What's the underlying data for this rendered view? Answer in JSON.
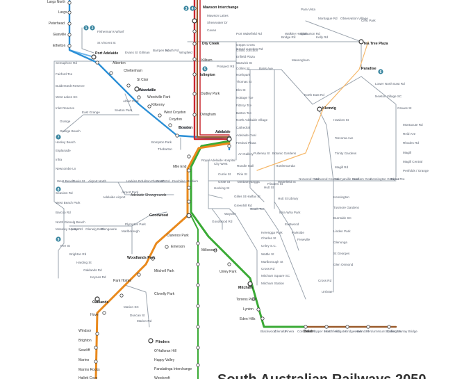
{
  "title": "South Australian Railways 2050",
  "colors": {
    "red": "#c8262f",
    "blue": "#2b8fd6",
    "green": "#3aaa35",
    "orange": "#e9891c",
    "brown": "#9a5a2a",
    "grey": "#9aa3ad",
    "lightorange": "#f6b86a",
    "lightblue": "#6fb6ea",
    "teal": "#3a86a0"
  },
  "stations": [
    {
      "t": "Largs North",
      "c": "st-m"
    },
    {
      "t": "Largs",
      "c": "st-m"
    },
    {
      "t": "Peterhead",
      "c": "st-m"
    },
    {
      "t": "Glanville",
      "c": "st-m"
    },
    {
      "t": "Ethelton",
      "c": "st-m"
    },
    {
      "t": "Fisherman's Wharf",
      "c": "st"
    },
    {
      "t": "St Vincent St",
      "c": "st"
    },
    {
      "t": "Port Adelaide",
      "c": "st-b"
    },
    {
      "t": "Evans St",
      "c": "st"
    },
    {
      "t": "Gillman",
      "c": "st"
    },
    {
      "t": "Barrpen Rd",
      "c": "st"
    },
    {
      "t": "South Rd",
      "c": "st"
    },
    {
      "t": "Wingfield",
      "c": "st"
    },
    {
      "t": "Alberton",
      "c": "st-m"
    },
    {
      "t": "Cheltenham",
      "c": "st-m"
    },
    {
      "t": "St Clair",
      "c": "st-m"
    },
    {
      "t": "Woodville",
      "c": "st-b"
    },
    {
      "t": "Woodville Park",
      "c": "st-m"
    },
    {
      "t": "Kilkenny",
      "c": "st-m"
    },
    {
      "t": "West Croydon",
      "c": "st-m"
    },
    {
      "t": "Croydon",
      "c": "st-m"
    },
    {
      "t": "Bowden",
      "c": "st-b"
    },
    {
      "t": "Adelaide",
      "c": "st-b"
    },
    {
      "t": "Mawson Interchange",
      "c": "st-b"
    },
    {
      "t": "Mawson Lakes",
      "c": "st"
    },
    {
      "t": "Shearwater Dr",
      "c": "st"
    },
    {
      "t": "Cavan",
      "c": "st"
    },
    {
      "t": "Dry Creek",
      "c": "st-b"
    },
    {
      "t": "Kilburn",
      "c": "st-m"
    },
    {
      "t": "Islington",
      "c": "st-b"
    },
    {
      "t": "Dudley Park",
      "c": "st-m"
    },
    {
      "t": "Ovingham",
      "c": "st-m"
    },
    {
      "t": "Port Wakefield Rd",
      "c": "st"
    },
    {
      "t": "Grand Junction Rd",
      "c": "st"
    },
    {
      "t": "Bridge Rd",
      "c": "st"
    },
    {
      "t": "Walkley Heights",
      "c": "st"
    },
    {
      "t": "Sturburton Rd",
      "c": "st"
    },
    {
      "t": "Kelly Rd",
      "c": "st"
    },
    {
      "t": "Tea Tree Plaza",
      "c": "st-b"
    },
    {
      "t": "Para Vista",
      "c": "st"
    },
    {
      "t": "Montague Rd",
      "c": "st"
    },
    {
      "t": "Observation Village",
      "c": "st"
    },
    {
      "t": "Civic Park",
      "c": "st"
    },
    {
      "t": "Gepps Cross",
      "c": "st"
    },
    {
      "t": "Grand Junction",
      "c": "st"
    },
    {
      "t": "Enfield Plaza",
      "c": "st"
    },
    {
      "t": "Warwick St",
      "c": "st"
    },
    {
      "t": "Collins St",
      "c": "st"
    },
    {
      "t": "Northpark",
      "c": "st"
    },
    {
      "t": "Thomas St",
      "c": "st"
    },
    {
      "t": "Elm St",
      "c": "st"
    },
    {
      "t": "Nottage Tce",
      "c": "st"
    },
    {
      "t": "Fitzroy Tce",
      "c": "st"
    },
    {
      "t": "Barton Tce",
      "c": "st"
    },
    {
      "t": "North Adelaide Village",
      "c": "st"
    },
    {
      "t": "Cathedral",
      "c": "st"
    },
    {
      "t": "Adelaide Oval",
      "c": "st"
    },
    {
      "t": "Festival Plaza",
      "c": "st"
    },
    {
      "t": "Prospect Rd",
      "c": "st"
    },
    {
      "t": "Barrs Ave",
      "c": "st"
    },
    {
      "t": "Mannngham",
      "c": "st"
    },
    {
      "t": "North East Rd",
      "c": "st"
    },
    {
      "t": "Klemzig",
      "c": "st-b"
    },
    {
      "t": "Paradise",
      "c": "st-b"
    },
    {
      "t": "Lower North East Rd",
      "c": "st"
    },
    {
      "t": "Newton Village SC",
      "c": "st"
    },
    {
      "t": "Graves St",
      "c": "st"
    },
    {
      "t": "Montacute Rd",
      "c": "st"
    },
    {
      "t": "Reid Ave",
      "c": "st"
    },
    {
      "t": "Rhodes Rd",
      "c": "st"
    },
    {
      "t": "Magill",
      "c": "st"
    },
    {
      "t": "Magill Central",
      "c": "st"
    },
    {
      "t": "Penfolds / Grange",
      "c": "st"
    },
    {
      "t": "Hawkes St",
      "c": "st"
    },
    {
      "t": "Tarcoma Ave",
      "c": "st"
    },
    {
      "t": "Trinity Gardens",
      "c": "st"
    },
    {
      "t": "Magill Rd",
      "c": "st"
    },
    {
      "t": "Semaphore Rd",
      "c": "st"
    },
    {
      "t": "Fairford Tce",
      "c": "st"
    },
    {
      "t": "Bulderstedt Reserve",
      "c": "st"
    },
    {
      "t": "West Lakes SC",
      "c": "st"
    },
    {
      "t": "Inlet Reserve",
      "c": "st"
    },
    {
      "t": "East Grange",
      "c": "st"
    },
    {
      "t": "Grange",
      "c": "st"
    },
    {
      "t": "Grange Beach",
      "c": "st"
    },
    {
      "t": "Henley Beach",
      "c": "st"
    },
    {
      "t": "Esplanade",
      "c": "st"
    },
    {
      "t": "Infra",
      "c": "st"
    },
    {
      "t": "Newcombe Ln",
      "c": "st"
    },
    {
      "t": "Albert Park",
      "c": "st"
    },
    {
      "t": "Seaton Park",
      "c": "st"
    },
    {
      "t": "Bompton Park",
      "c": "st"
    },
    {
      "t": "Thebarton",
      "c": "st"
    },
    {
      "t": "Mile End",
      "c": "st-m"
    },
    {
      "t": "Royal Adelaide Hospital",
      "c": "st"
    },
    {
      "t": "City West",
      "c": "st"
    },
    {
      "t": "Currie St",
      "c": "st"
    },
    {
      "t": "Grote St",
      "c": "st"
    },
    {
      "t": "Art Gallery",
      "c": "st"
    },
    {
      "t": "Pulteney St",
      "c": "st"
    },
    {
      "t": "Botanic Gardens",
      "c": "st"
    },
    {
      "t": "Rundle Mall",
      "c": "st"
    },
    {
      "t": "Pirie St",
      "c": "st"
    },
    {
      "t": "Tambamyangga",
      "c": "st"
    },
    {
      "t": "Flinders St",
      "c": "st"
    },
    {
      "t": "Hurtlemarrala",
      "c": "st"
    },
    {
      "t": "Hocking St",
      "c": "st"
    },
    {
      "t": "Hutt St",
      "c": "st"
    },
    {
      "t": "Wakefield St",
      "c": "st"
    },
    {
      "t": "Norwood Oval",
      "c": "st"
    },
    {
      "t": "Norwood Central",
      "c": "st"
    },
    {
      "t": "Marryatville East",
      "c": "st"
    },
    {
      "t": "Hadlam Oval",
      "c": "st"
    },
    {
      "t": "Kensington Gardens",
      "c": "st"
    },
    {
      "t": "Taylor Tce",
      "c": "st"
    },
    {
      "t": "West Beach",
      "c": "st"
    },
    {
      "t": "Davis St",
      "c": "st"
    },
    {
      "t": "Airport North",
      "c": "st"
    },
    {
      "t": "Harkins Rd",
      "c": "st"
    },
    {
      "t": "Hilton Plaza SC",
      "c": "st"
    },
    {
      "t": "South Rd",
      "c": "st"
    },
    {
      "t": "Frechline Stadium",
      "c": "st"
    },
    {
      "t": "Airport Park",
      "c": "st"
    },
    {
      "t": "Adelaide Airport",
      "c": "st"
    },
    {
      "t": "Seaview Rd",
      "c": "st"
    },
    {
      "t": "West Beach Park",
      "c": "st"
    },
    {
      "t": "Barcoo Rd",
      "c": "st"
    },
    {
      "t": "North Glenelg Beach",
      "c": "st"
    },
    {
      "t": "Moseley Square",
      "c": "st"
    },
    {
      "t": "Jetty Rd",
      "c": "st"
    },
    {
      "t": "Glenelg East",
      "c": "st"
    },
    {
      "t": "Glengowrie",
      "c": "st"
    },
    {
      "t": "Pier St",
      "c": "st"
    },
    {
      "t": "Brighton Rd",
      "c": "st"
    },
    {
      "t": "Harding St",
      "c": "st"
    },
    {
      "t": "Oaklands Rd",
      "c": "st"
    },
    {
      "t": "Keynes Rd",
      "c": "st"
    },
    {
      "t": "Adelaide Showgrounds",
      "c": "st-m"
    },
    {
      "t": "Goodwood",
      "c": "st-b"
    },
    {
      "t": "Clarence Park",
      "c": "st-m"
    },
    {
      "t": "Emerson",
      "c": "st-m"
    },
    {
      "t": "Woodlands Park",
      "c": "st-b"
    },
    {
      "t": "Park Holme",
      "c": "st-m"
    },
    {
      "t": "Oaklands",
      "c": "st-b"
    },
    {
      "t": "Hove",
      "c": "st-m"
    },
    {
      "t": "Windsor",
      "c": "st-m"
    },
    {
      "t": "Brighton",
      "c": "st-m"
    },
    {
      "t": "Seacliff",
      "c": "st-m"
    },
    {
      "t": "Marino",
      "c": "st-m"
    },
    {
      "t": "Marino Rocks",
      "c": "st-m"
    },
    {
      "t": "Hallett Cove",
      "c": "st-m"
    },
    {
      "t": "Plympton Park",
      "c": "st"
    },
    {
      "t": "Marlborough",
      "c": "st"
    },
    {
      "t": "Mitchell Park",
      "c": "st-m"
    },
    {
      "t": "Clovelly Park",
      "c": "st-m"
    },
    {
      "t": "Flinders",
      "c": "st-b"
    },
    {
      "t": "O'Halloran Hill",
      "c": "st-m"
    },
    {
      "t": "Happy Valley",
      "c": "st-m"
    },
    {
      "t": "Panalatinga Interchange",
      "c": "st-m"
    },
    {
      "t": "Woodcroft",
      "c": "st-m"
    },
    {
      "t": "Marion SC",
      "c": "st"
    },
    {
      "t": "Duncan St",
      "c": "st"
    },
    {
      "t": "Marion Rd",
      "c": "st"
    },
    {
      "t": "Millswood",
      "c": "st-m"
    },
    {
      "t": "Unley Park",
      "c": "st-m"
    },
    {
      "t": "Mitcham",
      "c": "st-b"
    },
    {
      "t": "Torrens Park",
      "c": "st-m"
    },
    {
      "t": "Lynton",
      "c": "st-m"
    },
    {
      "t": "Eden Hills",
      "c": "st-m"
    },
    {
      "t": "Blackwood",
      "c": "st"
    },
    {
      "t": "Glenalta",
      "c": "st"
    },
    {
      "t": "Pinera",
      "c": "st"
    },
    {
      "t": "Coromandel",
      "c": "st"
    },
    {
      "t": "Belair",
      "c": "st-b"
    },
    {
      "t": "Upper Sturt",
      "c": "st"
    },
    {
      "t": "Heathfield",
      "c": "st"
    },
    {
      "t": "Aldgate",
      "c": "st"
    },
    {
      "t": "Bridgewater",
      "c": "st"
    },
    {
      "t": "Hahndorf",
      "c": "st"
    },
    {
      "t": "Verdun",
      "c": "st"
    },
    {
      "t": "Mount Barker",
      "c": "st"
    },
    {
      "t": "Callington",
      "c": "st"
    },
    {
      "t": "Murray Bridge",
      "c": "st"
    },
    {
      "t": "Gilles St",
      "c": "st"
    },
    {
      "t": "Halifax St",
      "c": "st"
    },
    {
      "t": "South Tce",
      "c": "st"
    },
    {
      "t": "Greenhill Rd",
      "c": "st"
    },
    {
      "t": "Wayville",
      "c": "st"
    },
    {
      "t": "Goodwood Rd",
      "c": "st"
    },
    {
      "t": "Kerengga Park",
      "c": "st"
    },
    {
      "t": "Charles St",
      "c": "st"
    },
    {
      "t": "Unley S.C.",
      "c": "st"
    },
    {
      "t": "Wattle St",
      "c": "st"
    },
    {
      "t": "Marlborough St",
      "c": "st"
    },
    {
      "t": "Cross Rd",
      "c": "st"
    },
    {
      "t": "Mitcham Square SC",
      "c": "st"
    },
    {
      "t": "Mitcham Station",
      "c": "st"
    },
    {
      "t": "Hutt St Library",
      "c": "st"
    },
    {
      "t": "Mira Wira Park",
      "c": "st"
    },
    {
      "t": "Eastwood",
      "c": "st"
    },
    {
      "t": "Parkside",
      "c": "st"
    },
    {
      "t": "Frewville",
      "c": "st"
    },
    {
      "t": "Kensington",
      "c": "st"
    },
    {
      "t": "Tusmore Gardens",
      "c": "st"
    },
    {
      "t": "Burnside SC",
      "c": "st"
    },
    {
      "t": "Linden Park",
      "c": "st"
    },
    {
      "t": "Glenunga",
      "c": "st"
    },
    {
      "t": "St Georges",
      "c": "st"
    },
    {
      "t": "Glen Osmond",
      "c": "st"
    },
    {
      "t": "Cross Rd",
      "c": "st"
    },
    {
      "t": "Urrbrae",
      "c": "st"
    },
    {
      "t": "Woodville",
      "c": "st"
    },
    {
      "t": "Bowden",
      "c": "st"
    },
    {
      "t": "Adelaide",
      "c": "st"
    }
  ],
  "routes": [
    "1",
    "2",
    "3",
    "4",
    "5",
    "6",
    "7",
    "8",
    "9"
  ]
}
